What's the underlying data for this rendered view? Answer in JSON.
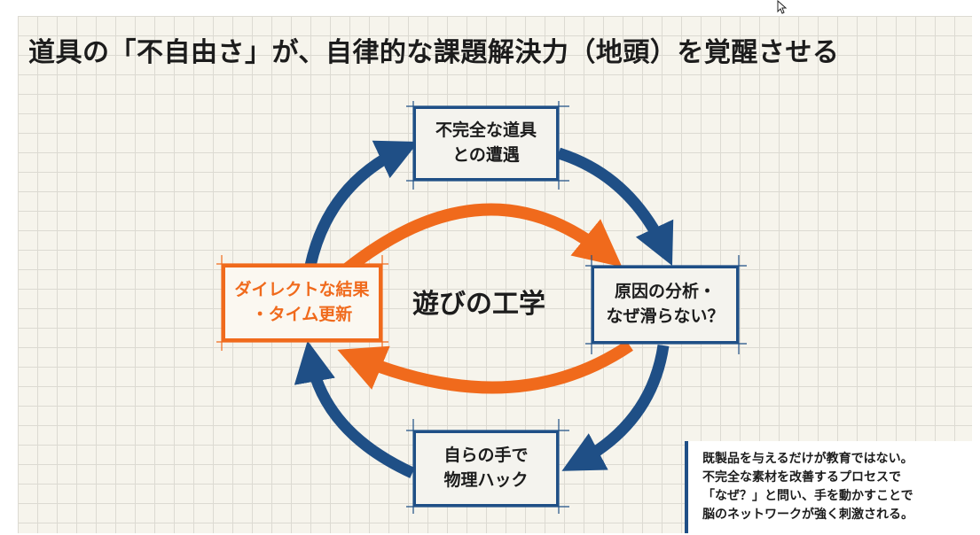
{
  "title": "道具の「不自由さ」が、自律的な課題解決力（地頭）を覚醒させる",
  "diagram": {
    "center_label": "遊びの工学",
    "nodes": {
      "top": "不完全な道具\nとの遭遇",
      "right": "原因の分析・\nなぜ滑らない？",
      "bottom": "自らの手で\n物理ハック",
      "left": "ダイレクトな結果\n・タイム更新"
    }
  },
  "note": {
    "lines": [
      "既製品を与えるだけが教育ではない。",
      "不完全な素材を改善するプロセスで",
      "「なぜ？」と問い、手を動かすことで",
      "脳のネットワークが強く刺激される。"
    ]
  },
  "colors": {
    "blue": "#1f4f86",
    "orange": "#f06a1c",
    "background": "#f6f4ec",
    "grid": "#dcdad2"
  }
}
